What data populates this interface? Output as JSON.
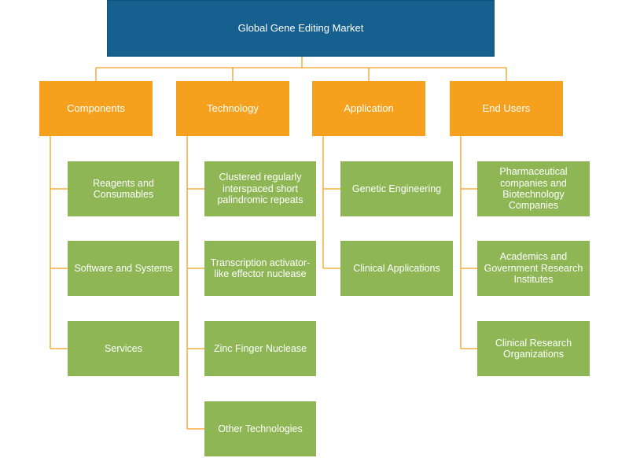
{
  "root": {
    "title": "Global Gene Editing Market"
  },
  "categories": [
    {
      "label": "Components",
      "items": [
        "Reagents and Consumables",
        "Software and Systems",
        "Services"
      ]
    },
    {
      "label": "Technology",
      "items": [
        "Clustered regularly interspaced short palindromic repeats",
        "Transcription activator-like effector nuclease",
        "Zinc Finger Nuclease",
        "Other Technologies"
      ]
    },
    {
      "label": "Application",
      "items": [
        "Genetic Engineering",
        "Clinical Applications"
      ]
    },
    {
      "label": "End Users",
      "items": [
        "Pharmaceutical companies and Biotechnology Companies",
        "Academics and Government Research Institutes",
        "Clinical Research Organizations"
      ]
    }
  ],
  "colors": {
    "root": "#15608f",
    "category": "#f5a11d",
    "leaf": "#8eb654",
    "connector": "#f5a11d"
  }
}
